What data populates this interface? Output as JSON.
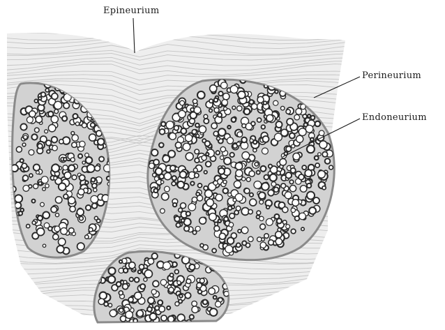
{
  "figure": {
    "labels": {
      "epineurium": "Epineurium",
      "perineurium": "Perineurium",
      "endoneurium": "Endoneurium"
    },
    "colors": {
      "background": "#ffffff",
      "tissue": "#eeeeee",
      "fiber_lines": "#c4c4c4",
      "fascicle_fill": "#d2d2d2",
      "sheath": "#8a8a8a",
      "axon_ring": "#2a2a2a",
      "axon_core": "#ffffff"
    }
  }
}
